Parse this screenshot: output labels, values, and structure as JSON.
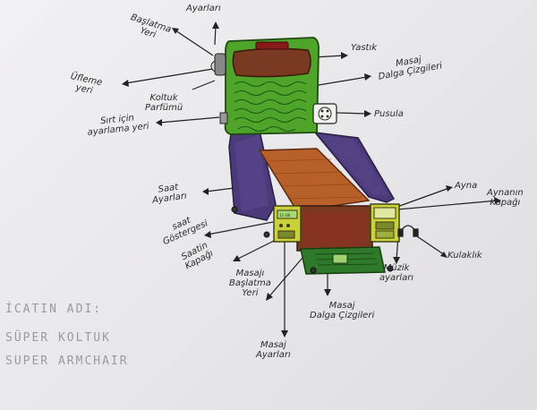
{
  "labels": {
    "ayarlari_top": "Ayarları",
    "baslatma": "Başlatma",
    "baslatma_yeri": "Yeri",
    "yastik": "Yastık",
    "masaj_dalga_1": "Masaj",
    "masaj_dalga_2": "Dalga Çizgileri",
    "ufleme_1": "Üfleme",
    "ufleme_2": "yeri",
    "koltuk_1": "Koltuk",
    "koltuk_2": "Parfümü",
    "pusula": "Pusula",
    "sirt_1": "Sırt için",
    "sirt_2": "ayarlama yeri",
    "saat_ayarlari_1": "Saat",
    "saat_ayarlari_2": "Ayarları",
    "ayna": "Ayna",
    "aynanin_1": "Aynanın",
    "aynanin_2": "Kapağı",
    "saat_gost_1": "saat",
    "saat_gost_2": "Göstergesi",
    "saatin_1": "Saatin",
    "saatin_2": "Kapağı",
    "kulaklik": "Kulaklık",
    "muzik_1": "Müzik",
    "muzik_2": "ayarları",
    "masaj_bas_1": "Masajı",
    "masaj_bas_2": "Başlatma",
    "masaj_bas_3": "Yeri",
    "masaj_dalga_b1": "Masaj",
    "masaj_dalga_b2": "Dalga Çizgileri",
    "masaj_ayar_1": "Masaj",
    "masaj_ayar_2": "Ayarları"
  },
  "clock_display": "12:00",
  "title": {
    "line1": "İCATIN ADI:",
    "line2": "SÜPER KOLTUK",
    "line3": "SUPER ARMCHAIR"
  },
  "colors": {
    "green": "#4fa52a",
    "dark_red": "#7a3a22",
    "purple": "#4a3a7a",
    "orange_brown": "#b8602a",
    "yellow_green": "#c9d23a"
  }
}
